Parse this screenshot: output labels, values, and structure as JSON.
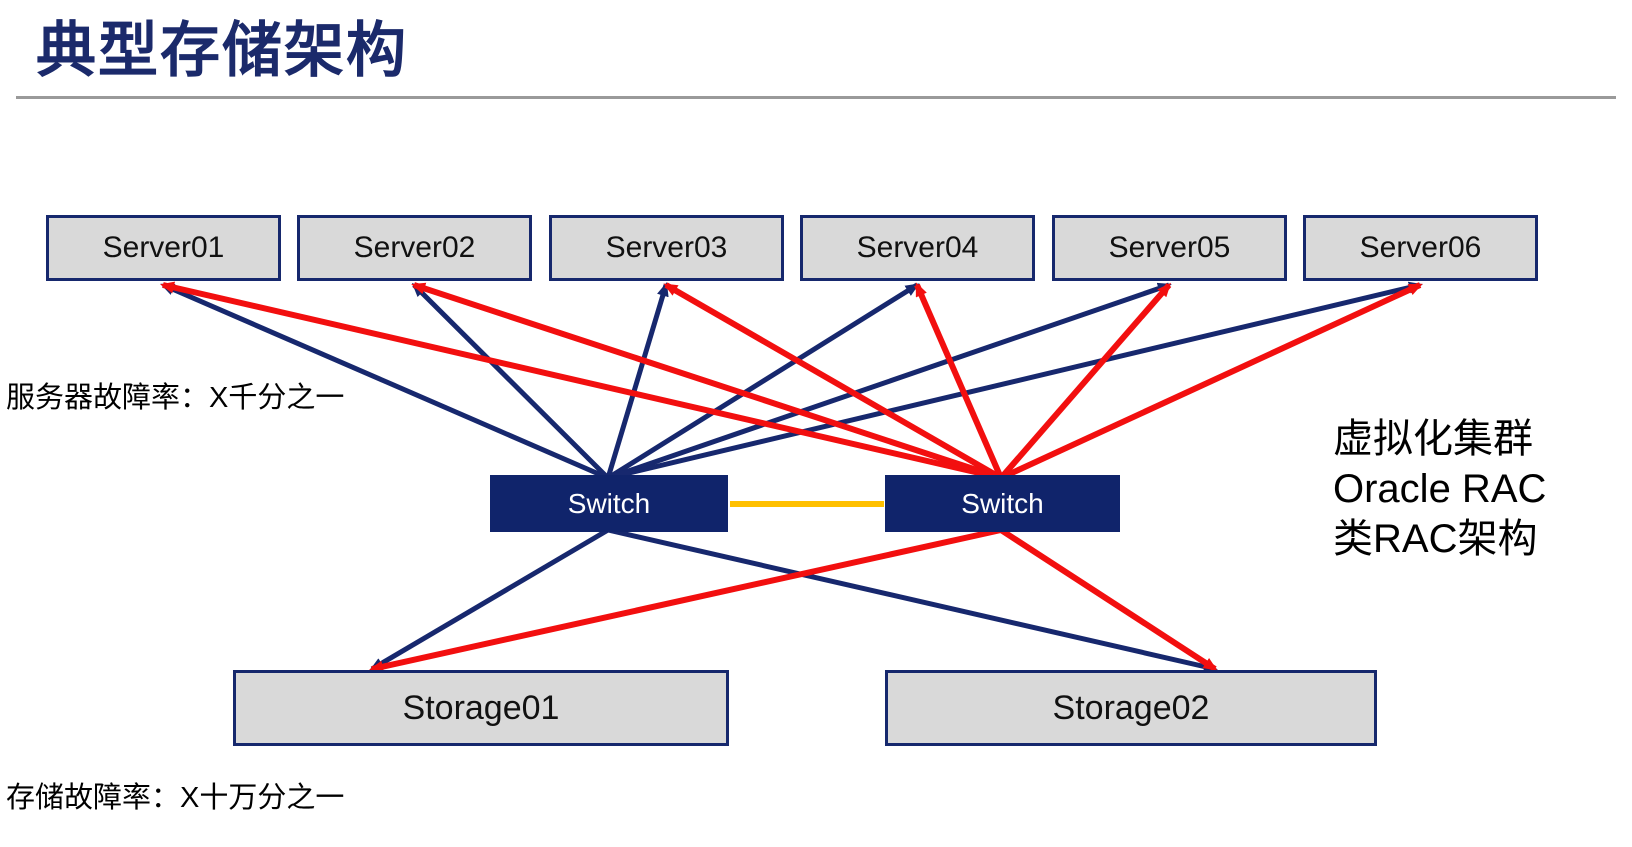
{
  "title": "典型存储架构",
  "servers": [
    {
      "label": "Server01"
    },
    {
      "label": "Server02"
    },
    {
      "label": "Server03"
    },
    {
      "label": "Server04"
    },
    {
      "label": "Server05"
    },
    {
      "label": "Server06"
    }
  ],
  "switches": [
    {
      "label": "Switch"
    },
    {
      "label": "Switch"
    }
  ],
  "storages": [
    {
      "label": "Storage01"
    },
    {
      "label": "Storage02"
    }
  ],
  "labels": {
    "server_failure_rate": "服务器故障率：X千分之一",
    "storage_failure_rate": "存储故障率：X十万分之一",
    "cluster_note_line1": "虚拟化集群",
    "cluster_note_line2": "Oracle RAC",
    "cluster_note_line3": "类RAC架构"
  },
  "colors": {
    "navy_line": "#17286e",
    "red_line": "#f20f0f",
    "trunk_yellow": "#ffc000",
    "box_fill": "#d9d9d9",
    "box_border": "#16286d",
    "switch_fill": "#10246b",
    "title_color": "#1b2a6b"
  },
  "links": [
    {
      "from": "each-server",
      "to": "switch-1",
      "color": "navy"
    },
    {
      "from": "each-server",
      "to": "switch-2",
      "color": "red"
    },
    {
      "from": "switch-1",
      "to": "switch-2",
      "color": "yellow"
    },
    {
      "from": "switch-1",
      "to": "storage-1",
      "color": "navy"
    },
    {
      "from": "switch-1",
      "to": "storage-2",
      "color": "navy"
    },
    {
      "from": "switch-2",
      "to": "storage-1",
      "color": "red"
    },
    {
      "from": "switch-2",
      "to": "storage-2",
      "color": "red"
    }
  ]
}
